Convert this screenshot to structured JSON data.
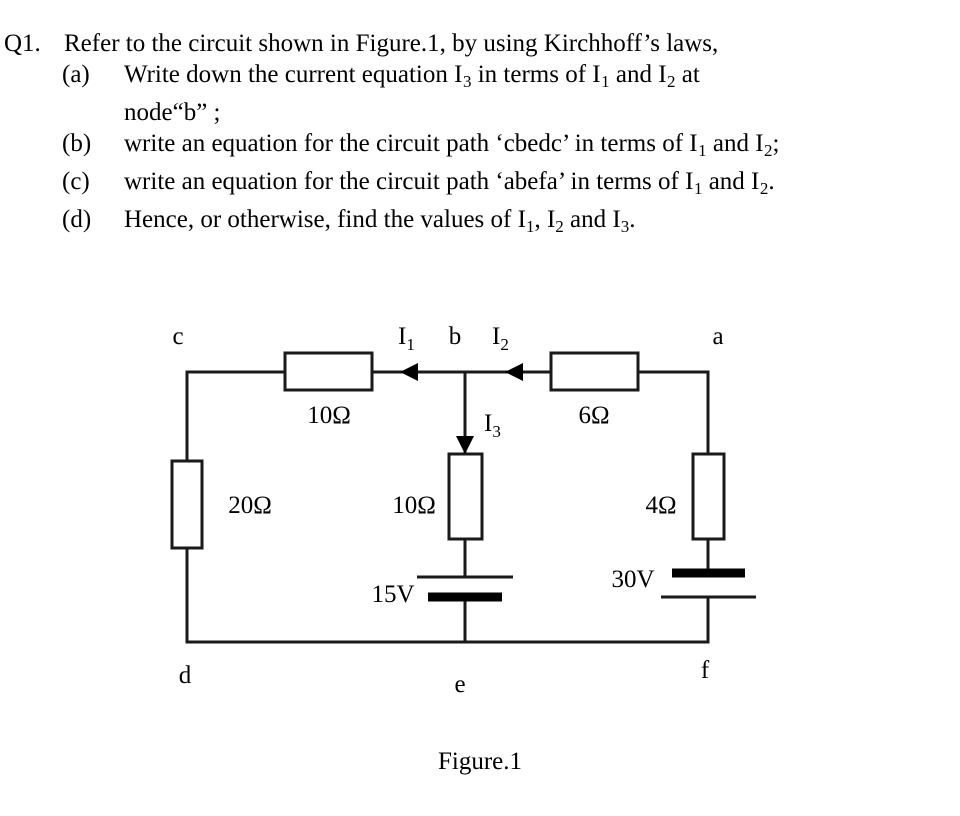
{
  "question": {
    "number": "Q1.",
    "stem": "Refer to the circuit shown in Figure.1, by using Kirchhoff’s laws,",
    "parts": [
      {
        "label": "(a)",
        "line1_pre": "Write down the current equation I",
        "line1_sub1": "3",
        "line1_mid": " in terms of I",
        "line1_sub2": "1",
        "line1_mid2": " and I",
        "line1_sub3": "2",
        "line1_post": " at",
        "line2": "node“b” ;"
      },
      {
        "label": "(b)",
        "pre": "write an equation for the circuit path ‘cbedc’ in terms of I",
        "sub1": "1",
        "mid": " and I",
        "sub2": "2",
        "post": ";"
      },
      {
        "label": "(c)",
        "pre": "write an equation for the circuit path ‘abefa’ in terms of I",
        "sub1": "1",
        "mid": " and I",
        "sub2": "2",
        "post": "."
      },
      {
        "label": "(d)",
        "pre": "Hence, or otherwise, find the values of I",
        "sub1": "1",
        "mid": ", I",
        "sub2": "2",
        "mid2": " and I",
        "sub3": "3",
        "post": "."
      }
    ]
  },
  "figure": {
    "caption": "Figure.1",
    "nodes": {
      "a": "a",
      "b": "b",
      "c": "c",
      "d": "d",
      "e": "e",
      "f": "f"
    },
    "currents": {
      "i1": {
        "symbol": "I",
        "sub": "1"
      },
      "i2": {
        "symbol": "I",
        "sub": "2"
      },
      "i3": {
        "symbol": "I",
        "sub": "3"
      }
    },
    "components": {
      "r_top_left": "10Ω",
      "r_top_right": "6Ω",
      "r_left": "20Ω",
      "r_middle": "10Ω",
      "r_right": "4Ω",
      "v_middle": "15V",
      "v_right": "30V"
    }
  },
  "colors": {
    "ink": "#000000",
    "wire": "#1a1a1a",
    "background": "#ffffff"
  }
}
